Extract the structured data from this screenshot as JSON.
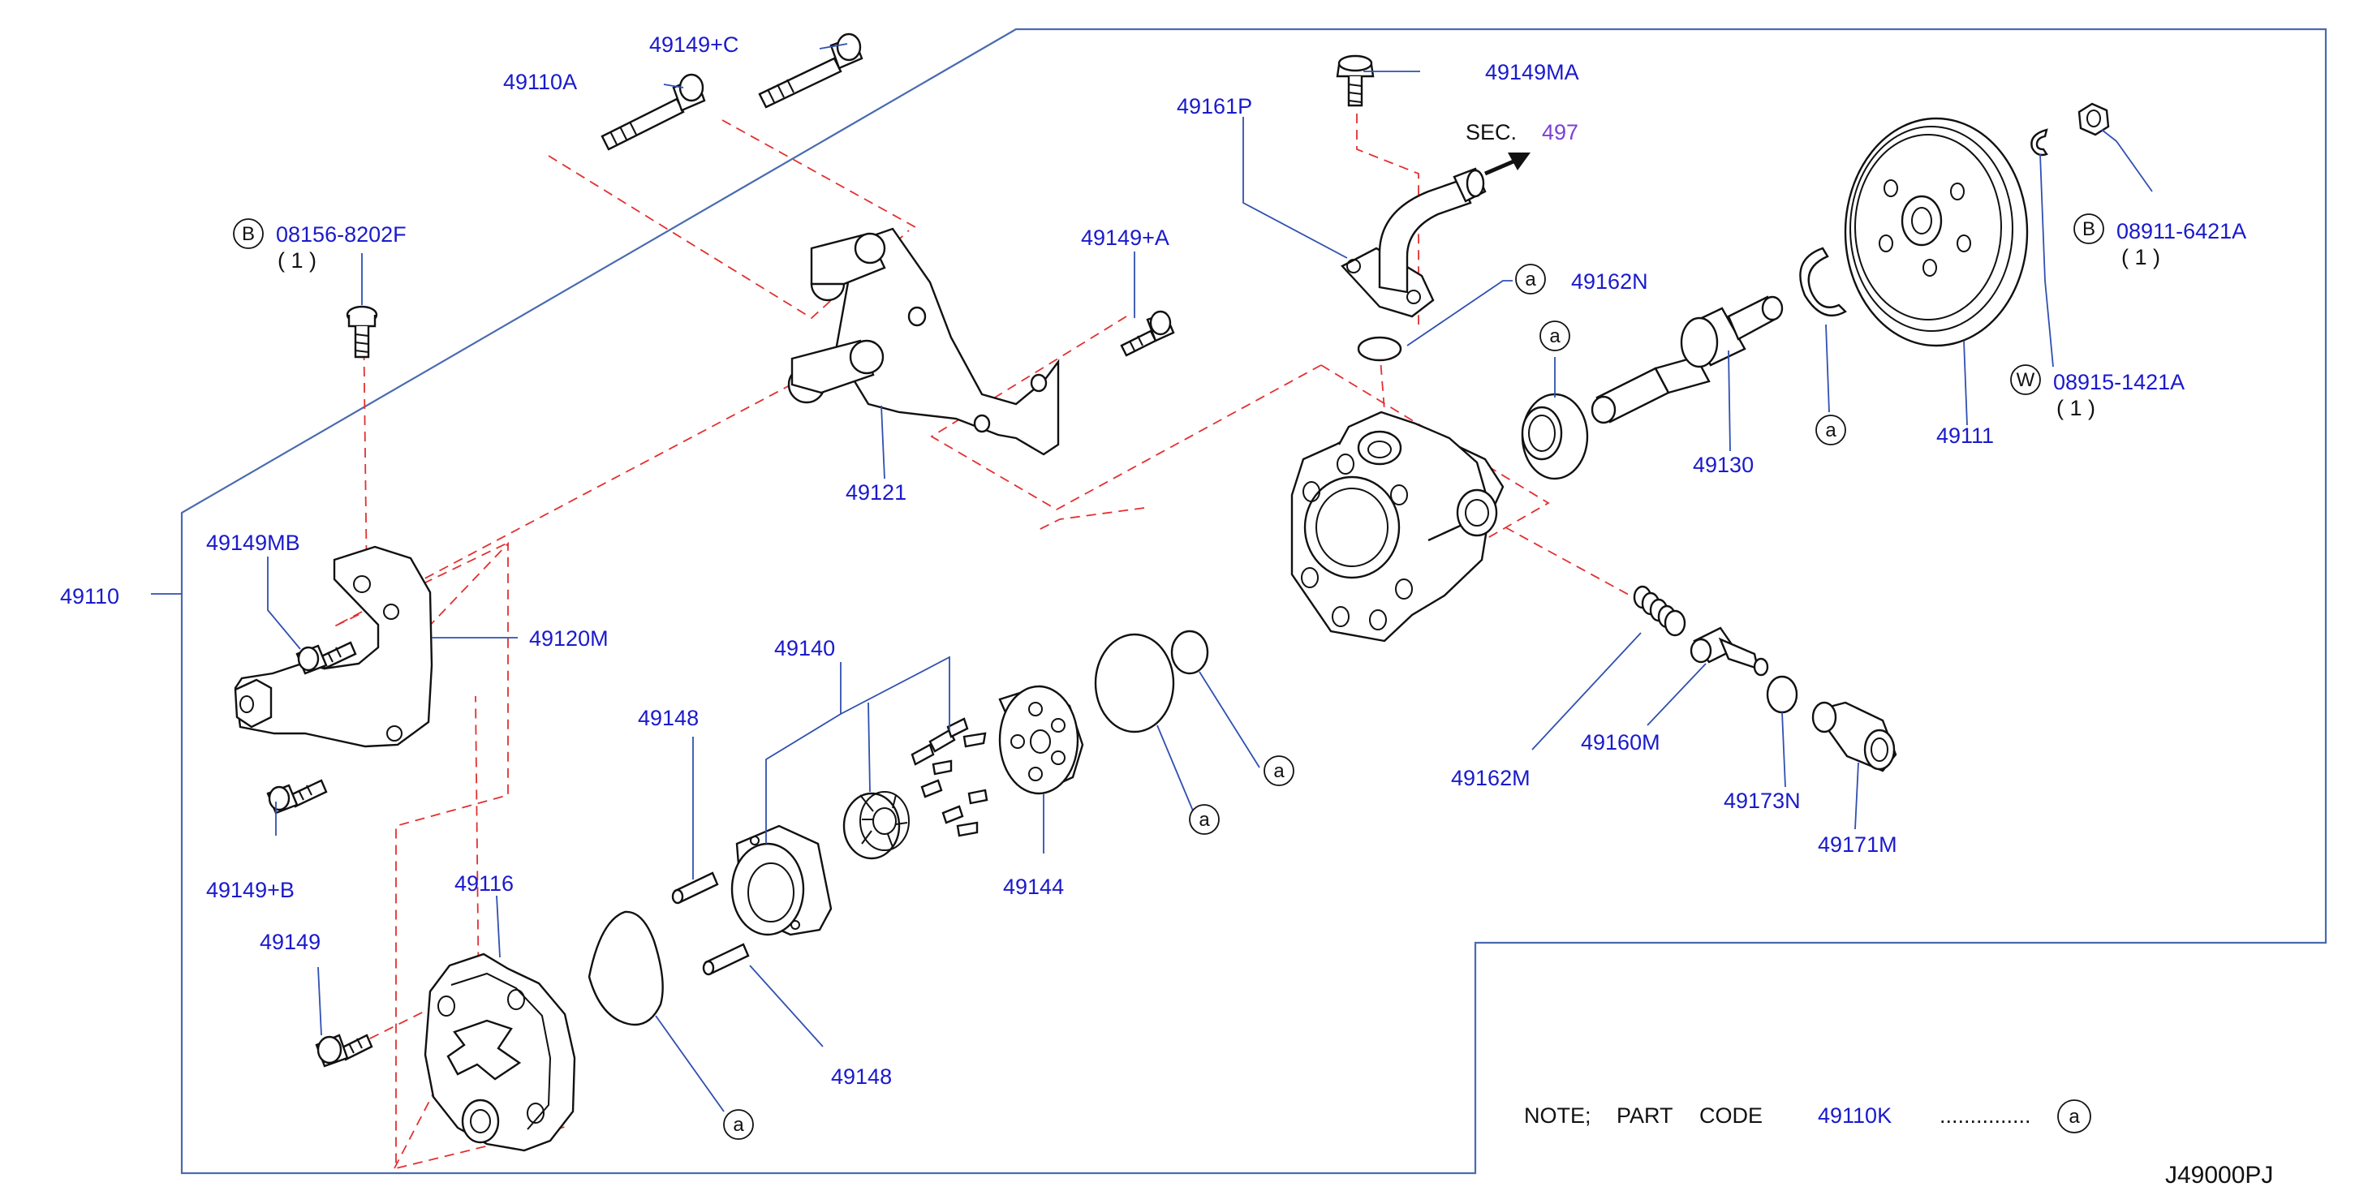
{
  "diagram_code": "J49000PJ",
  "note": {
    "prefix": "NOTE;",
    "part_word": "PART",
    "code_word": "CODE",
    "code": "49110K",
    "dots": "...............",
    "symbol": "a"
  },
  "sec_ref": {
    "prefix": "SEC.",
    "number": "497"
  },
  "labels": {
    "p49149C": "49149+C",
    "p49110A": "49110A",
    "p49149MA": "49149MA",
    "p49161P": "49161P",
    "p08156": "08156-8202F",
    "p08156_qty": "( 1 )",
    "p49149A": "49149+A",
    "p49162N": "49162N",
    "p08911": "08911-6421A",
    "p08911_qty": "( 1 )",
    "p08915": "08915-1421A",
    "p08915_qty": "( 1 )",
    "p49121": "49121",
    "p49130": "49130",
    "p49111": "49111",
    "p49110": "49110",
    "p49149MB": "49149MB",
    "p49120M": "49120M",
    "p49140": "49140",
    "p49148_top": "49148",
    "p49148_bottom": "49148",
    "p49144": "49144",
    "p49162M": "49162M",
    "p49160M": "49160M",
    "p49173N": "49173N",
    "p49171M": "49171M",
    "p49149B": "49149+B",
    "p49116": "49116",
    "p49149": "49149"
  },
  "symbols": {
    "a": "a",
    "B": "B",
    "W": "W"
  }
}
